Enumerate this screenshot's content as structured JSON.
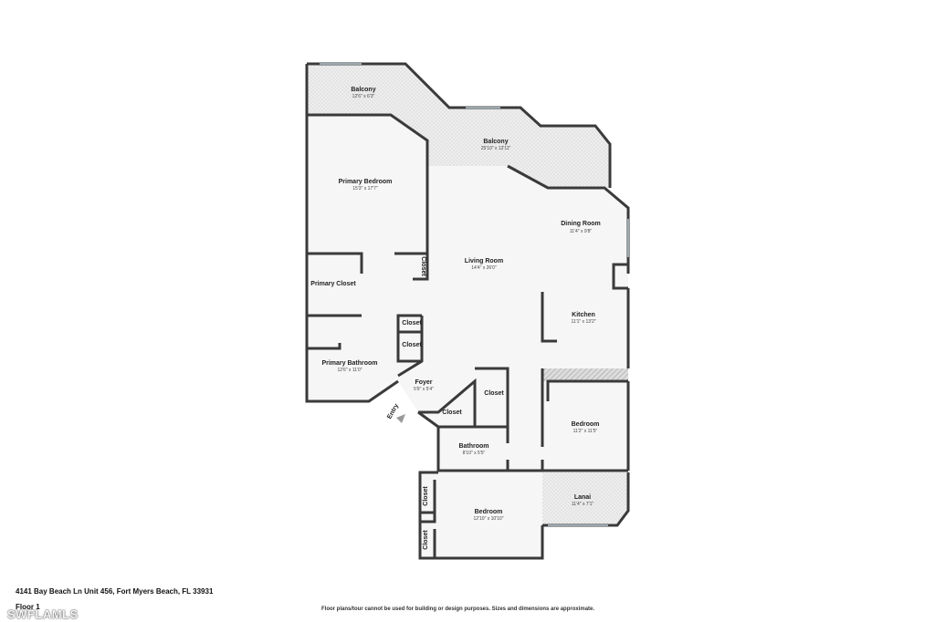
{
  "colors": {
    "wall": "#3a3a3a",
    "floor": "#f5f5f5",
    "balcony_fill": "#e9e9e9",
    "window": "#9aa7ad"
  },
  "rooms": {
    "balcony_small": {
      "name": "Balcony",
      "dims": "12'6\" x 6'3\""
    },
    "balcony_large": {
      "name": "Balcony",
      "dims": "25'10\" x 12'11\""
    },
    "primary_bedroom": {
      "name": "Primary Bedroom",
      "dims": "15'3\" x 17'7\""
    },
    "dining_room": {
      "name": "Dining Room",
      "dims": "11'4\" x 9'8\""
    },
    "living_room": {
      "name": "Living Room",
      "dims": "14'4\" x 26'0\""
    },
    "primary_closet": {
      "name": "Primary Closet",
      "dims": ""
    },
    "closet_vertical_1": {
      "name": "Closet"
    },
    "kitchen": {
      "name": "Kitchen",
      "dims": "11'1\" x 13'2\""
    },
    "closet_a": {
      "name": "Closet"
    },
    "closet_b": {
      "name": "Closet"
    },
    "primary_bathroom": {
      "name": "Primary Bathroom",
      "dims": "12'6\" x 11'0\""
    },
    "foyer": {
      "name": "Foyer",
      "dims": "5'9\" x 5'4\""
    },
    "closet_c": {
      "name": "Closet"
    },
    "closet_d": {
      "name": "Closet"
    },
    "bedroom_right": {
      "name": "Bedroom",
      "dims": "11'2\" x 11'5\""
    },
    "bathroom": {
      "name": "Bathroom",
      "dims": "8'10\" x 5'5\""
    },
    "lanai": {
      "name": "Lanai",
      "dims": "11'4\" x 7'1\""
    },
    "bedroom_bottom": {
      "name": "Bedroom",
      "dims": "12'10\" x 10'10\""
    },
    "closet_vertical_2": {
      "name": "Closet"
    },
    "closet_vertical_3": {
      "name": "Closet"
    }
  },
  "entry_label": "Entry",
  "footer": {
    "address": "4141 Bay Beach Ln Unit 456, Fort Myers Beach, FL 33931",
    "floor": "Floor 1",
    "disclaimer": "Floor plans/tour cannot be used for building or design purposes. Sizes and dimensions are approximate."
  },
  "watermark": "SWFLAMLS"
}
